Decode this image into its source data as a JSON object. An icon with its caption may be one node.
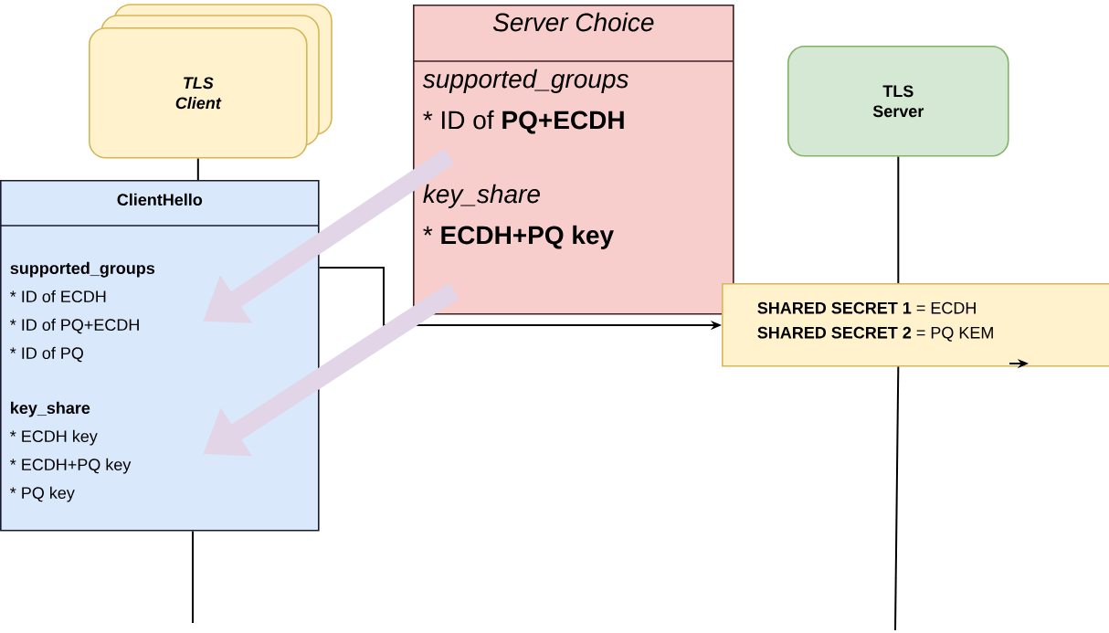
{
  "diagram": {
    "nodes": [
      {
        "text": [
          "TLS Client"
        ]
      },
      {
        "text": [
          "ClientHello",
          "supported_groups",
          "* ID of ECDH",
          "* ID of PQ+ECDH",
          "* ID of PQ",
          "key_share",
          "* ECDH key",
          "* ECDH+PQ key",
          "* PQ key"
        ]
      },
      {
        "text": [
          "Server Choice",
          "supported_groups",
          "* ID of **PQ+ECDH**",
          "key_share",
          "* **ECDH+PQ key**"
        ]
      },
      {
        "text": [
          "TLS Server"
        ]
      },
      {
        "text": [
          "**SHARED SECRET 1** = ECDH",
          "**SHARED SECRET 2** = PQ KEM"
        ]
      }
    ],
    "edges": [
      {
        "from": 0,
        "to": 1,
        "arrow": "none"
      },
      {
        "from": 1,
        "to": null,
        "arrow": "none"
      },
      {
        "from": 3,
        "to": 4,
        "arrow": "none"
      },
      {
        "from": 4,
        "to": null,
        "arrow": "none"
      },
      {
        "from": 1,
        "to": 4,
        "arrow": "to"
      },
      {
        "from": 2,
        "to": 1,
        "arrow": "to",
        "style": "thick",
        "color": "#e1d5e7"
      },
      {
        "from": 2,
        "to": 1,
        "arrow": "to",
        "style": "thick",
        "color": "#e1d5e7"
      }
    ]
  }
}
